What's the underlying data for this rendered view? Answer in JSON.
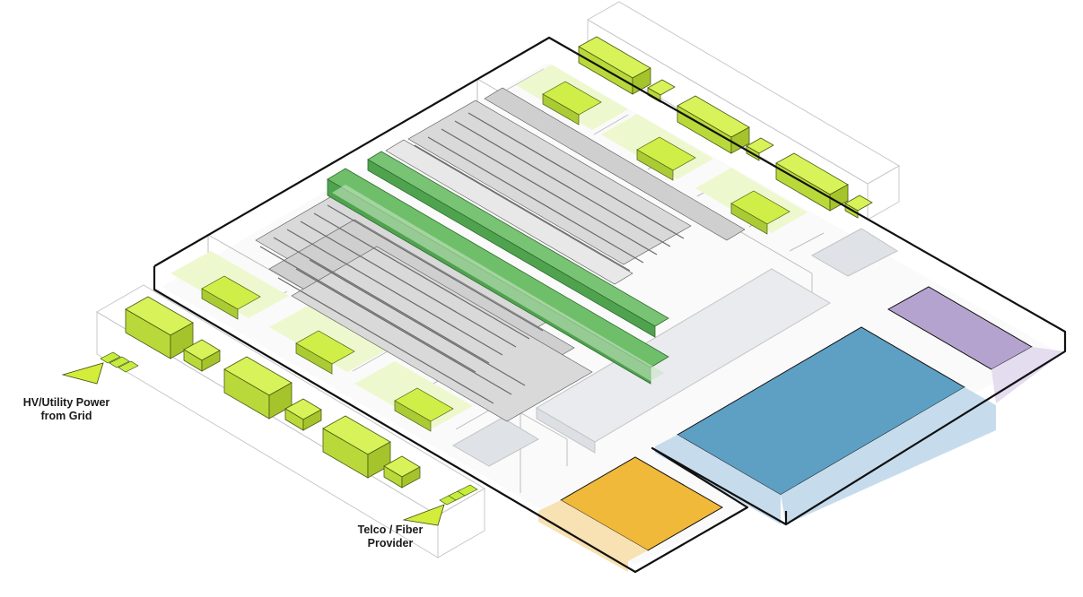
{
  "labels": {
    "utility": {
      "line1": "HV/Utility Power",
      "line2": "from Grid"
    },
    "telco": {
      "line1": "Telco / Fiber",
      "line2": "Provider"
    }
  },
  "colors": {
    "lime": "#c6ec3c",
    "lime_pale": "#eaf7c4",
    "green_dark": "#4fa34f",
    "green_pale": "#c7e6c2",
    "blue": "#5e9fc4",
    "blue_pale": "#c6dcec",
    "purple": "#b5a3cf",
    "purple_pale": "#e4dcef",
    "orange": "#f1b93a",
    "orange_pale": "#f8e1b2",
    "rack": "#6d6d6d",
    "outline": "#111111",
    "corridor": "#e7e9ec"
  }
}
